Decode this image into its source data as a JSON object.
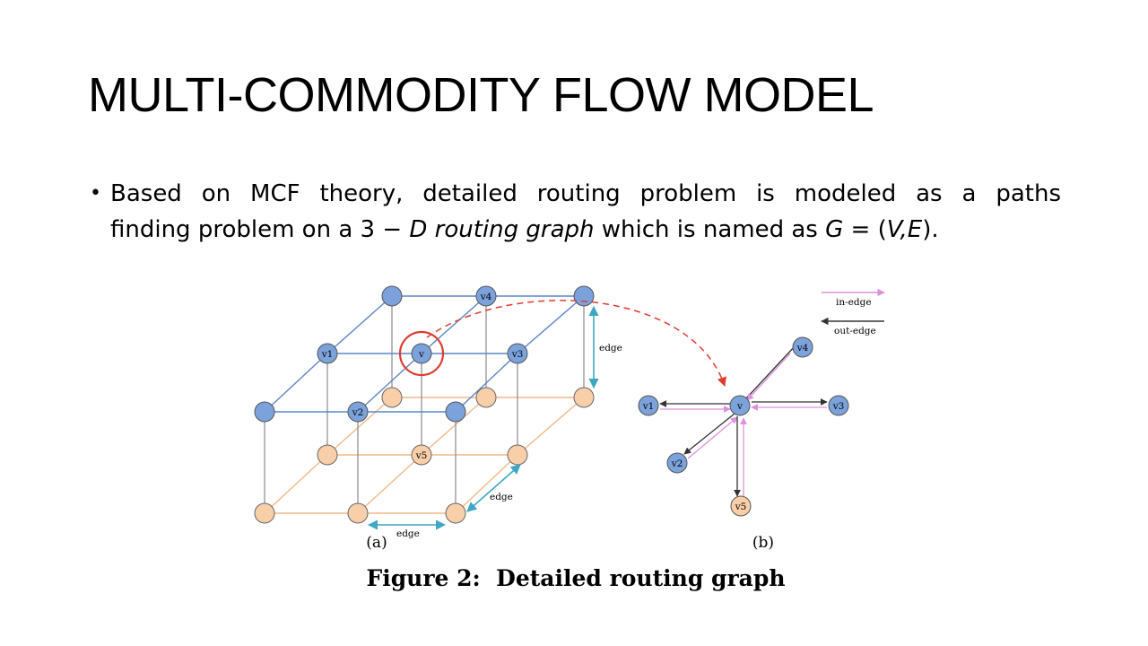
{
  "slide": {
    "title": "MULTI-COMMODITY FLOW MODEL"
  },
  "bullet": {
    "line1": "Based on MCF theory, detailed routing problem is modeled as a paths",
    "line2_a": "finding problem on a 3 − ",
    "line2_b": "D routing graph",
    "line2_c": " which is named as ",
    "line2_d": "G",
    "line2_e": " = (",
    "line2_f": "V,E",
    "line2_g": ")."
  },
  "figure": {
    "caption": "Figure 2:  Detailed routing graph",
    "sub_a": "(a)",
    "sub_b": "(b)",
    "edge_label": "edge",
    "legend": {
      "in_edge": "in-edge",
      "out_edge": "out-edge"
    },
    "nodes": {
      "v": "v",
      "v1": "v1",
      "v2": "v2",
      "v3": "v3",
      "v4": "v4",
      "v5": "v5"
    },
    "colors": {
      "upper_node": "#7ba2db",
      "lower_node": "#f9cfa9",
      "upper_edge": "#5a86c6",
      "lower_edge": "#f3b989",
      "vertical_edge": "#8a8a8a",
      "dimension_arrow": "#3fa6c4",
      "highlight": "#e03c31",
      "in_edge": "#dd90df",
      "out_edge": "#333333"
    }
  }
}
